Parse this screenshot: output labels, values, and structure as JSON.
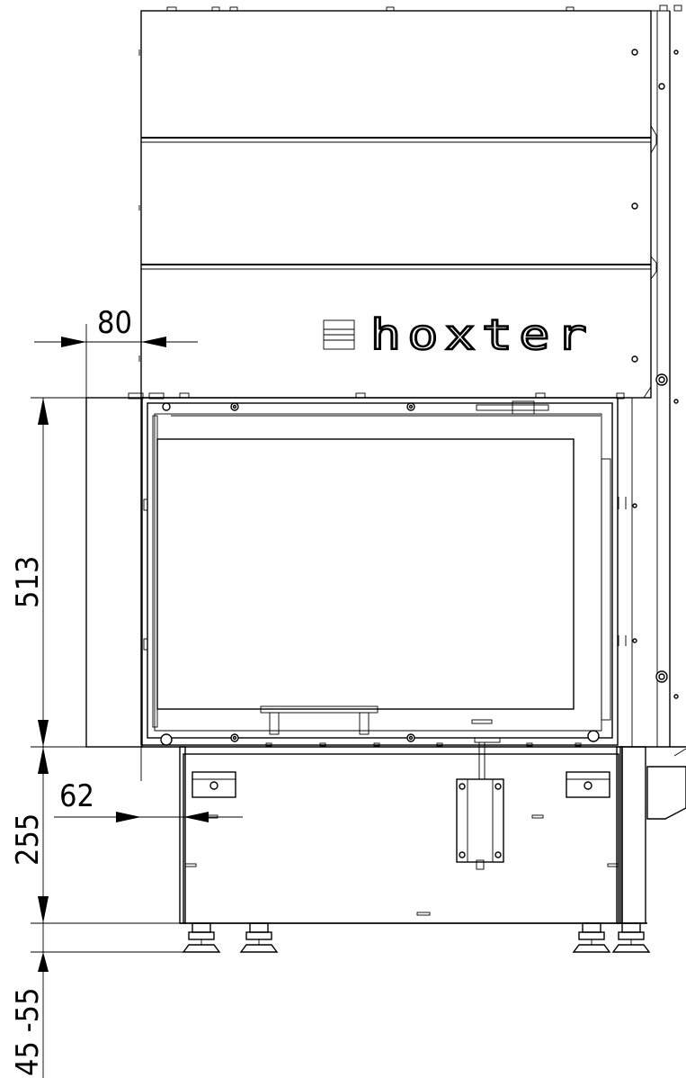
{
  "brand": {
    "logo_text": "hoxter"
  },
  "dimensions": {
    "top_overhang": "80",
    "door_height": "513",
    "base_height": "255",
    "base_offset": "62",
    "feet_range": "45 -55"
  },
  "colors": {
    "line": "#000000",
    "background": "#ffffff"
  }
}
